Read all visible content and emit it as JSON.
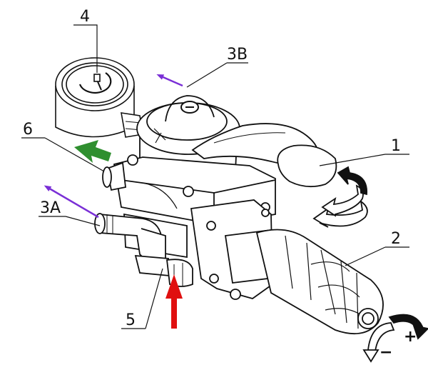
{
  "labels": {
    "gauge": "4",
    "outlet_3b": "3B",
    "handle": "1",
    "return_6": "6",
    "outlet_3a": "3A",
    "pressure_knob": "2",
    "inlet_5": "5"
  },
  "adjust_signs": {
    "plus": "+",
    "minus": "−"
  },
  "colors": {
    "line": "#111111",
    "outlet_arrow": "#7a2fd6",
    "return_arrow": "#2f8f2f",
    "inlet_arrow": "#e01010",
    "rotation_arrow": "#111111"
  }
}
